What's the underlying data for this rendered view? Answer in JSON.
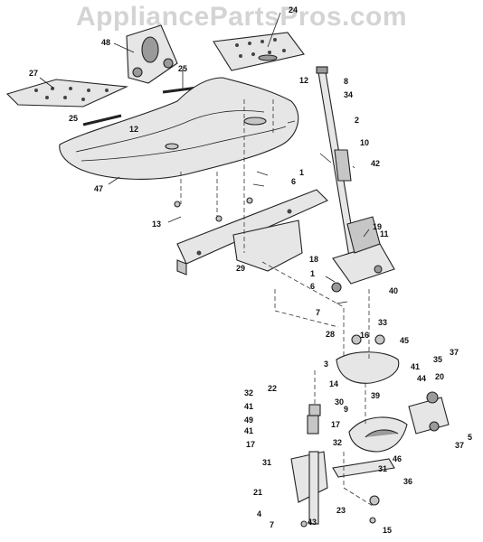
{
  "watermark": "AppliancePartsPros.com",
  "callouts": {
    "c24": "24",
    "c48": "48",
    "c27": "27",
    "c25a": "25",
    "c12a": "12",
    "c8": "8",
    "c34": "34",
    "c25b": "25",
    "c12b": "12",
    "c2": "2",
    "c10": "10",
    "c42": "42",
    "c47": "47",
    "c1a": "1",
    "c6a": "6",
    "c13": "13",
    "c19": "19",
    "c11": "11",
    "c18": "18",
    "c29": "29",
    "c1b": "1",
    "c6b": "6",
    "c40": "40",
    "c7a": "7",
    "c33": "33",
    "c28": "28",
    "c16": "16",
    "c45": "45",
    "c3": "3",
    "c37a": "37",
    "c35": "35",
    "c41a": "41",
    "c44": "44",
    "c20": "20",
    "c14": "14",
    "c22": "22",
    "c32a": "32",
    "c30": "30",
    "c39": "39",
    "c9": "9",
    "c41b": "41",
    "c49": "49",
    "c41c": "41",
    "c17a": "17",
    "c17b": "17",
    "c32b": "32",
    "c46": "46",
    "c5": "5",
    "c37b": "37",
    "c31a": "31",
    "c31b": "31",
    "c36": "36",
    "c21": "21",
    "c4": "4",
    "c7b": "7",
    "c43": "43",
    "c23": "23",
    "c15": "15"
  }
}
